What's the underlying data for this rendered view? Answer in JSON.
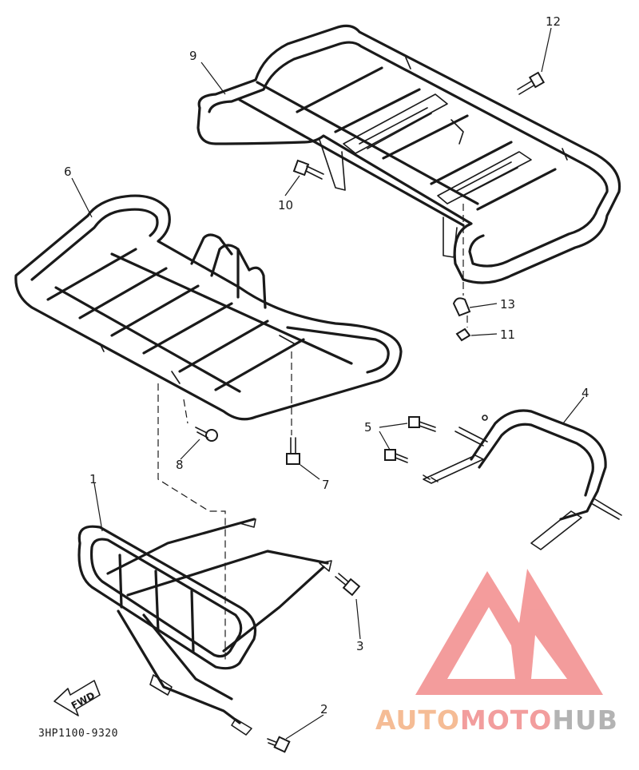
{
  "callouts": {
    "c1": "1",
    "c2": "2",
    "c3": "3",
    "c4": "4",
    "c5": "5",
    "c6": "6",
    "c7": "7",
    "c8": "8",
    "c9": "9",
    "c10": "10",
    "c11": "11",
    "c12": "12",
    "c13": "13"
  },
  "diagram_code": "3HP1100-9320",
  "fwd_label": "FWD",
  "watermark": {
    "part1": "AUTO",
    "part2": "MOTO",
    "part3": "HUB",
    "color1": "#f4b183",
    "color2": "#f08c8c",
    "color3": "#a6a6a6"
  },
  "colors": {
    "ink": "#1a1a1a",
    "logo_triangle": "#f28b8b"
  }
}
